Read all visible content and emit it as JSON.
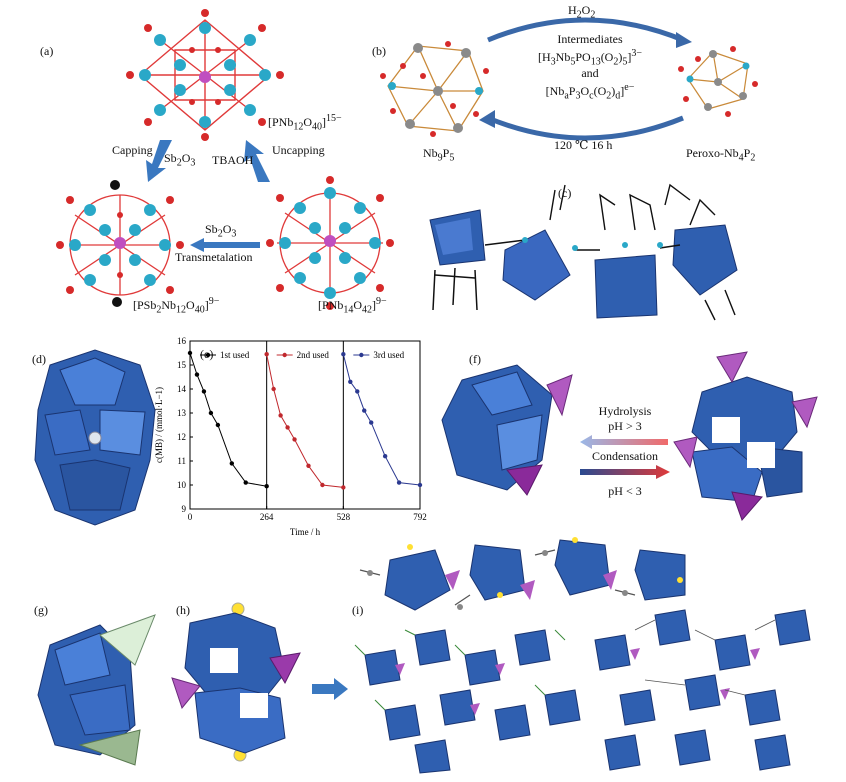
{
  "panels": {
    "a": {
      "label": "(a)",
      "top_formula": "[PNb12O40]15−",
      "capping": "Capping",
      "sb2o3_left": "Sb2O3",
      "tbaoh": "TBAOH",
      "uncapping": "Uncapping",
      "sb2o3_mid": "Sb2O3",
      "transmetalation": "Transmetalation",
      "bottom_left_formula": "[PSb2Nb12O40]9−",
      "bottom_right_formula": "[PNb14O42]9−"
    },
    "b": {
      "label": "(b)",
      "h2o2": "H2O2",
      "intermediates": "Intermediates",
      "intermediate_1": "[H3Nb5PO13(O2)5]3−",
      "and": "and",
      "intermediate_2": "[NbaP3Oc(O2)d]e−",
      "condition": "120 ℃ 16 h",
      "left_name": "Nb9P5",
      "right_name": "Peroxo-Nb4P2"
    },
    "c": {
      "label": "(c)"
    },
    "d": {
      "label": "(d)"
    },
    "e": {
      "label": "(e)"
    },
    "f": {
      "label": "(f)",
      "hydrolysis": "Hydrolysis",
      "ph_gt": "pH > 3",
      "condensation": "Condensation",
      "ph_lt": "pH < 3"
    },
    "g": {
      "label": "(g)"
    },
    "h": {
      "label": "(h)"
    },
    "i": {
      "label": "(i)"
    }
  },
  "chart_data": {
    "type": "line",
    "title": "",
    "xlabel": "Time / h",
    "ylabel": "c(MB) / (mmol·L−1)",
    "xlim": [
      0,
      792
    ],
    "ylim": [
      9,
      16
    ],
    "xticks": [
      0,
      264,
      528,
      792
    ],
    "yticks": [
      9,
      10,
      11,
      12,
      13,
      14,
      15,
      16
    ],
    "legend_position": "top-right of each segment",
    "series": [
      {
        "name": "1st used",
        "color": "#000000",
        "x": [
          0,
          24,
          48,
          72,
          96,
          144,
          192,
          264
        ],
        "y": [
          15.5,
          14.6,
          13.9,
          13.0,
          12.5,
          10.9,
          10.1,
          9.95
        ]
      },
      {
        "name": "2nd used",
        "color": "#c0282d",
        "x": [
          264,
          288,
          312,
          336,
          360,
          408,
          456,
          528
        ],
        "y": [
          15.45,
          14.0,
          12.9,
          12.4,
          11.9,
          10.8,
          10.0,
          9.9
        ]
      },
      {
        "name": "3rd used",
        "color": "#2b3990",
        "x": [
          528,
          552,
          576,
          600,
          624,
          672,
          720,
          792
        ],
        "y": [
          15.45,
          14.3,
          13.9,
          13.1,
          12.6,
          11.2,
          10.1,
          10.0
        ]
      }
    ]
  }
}
